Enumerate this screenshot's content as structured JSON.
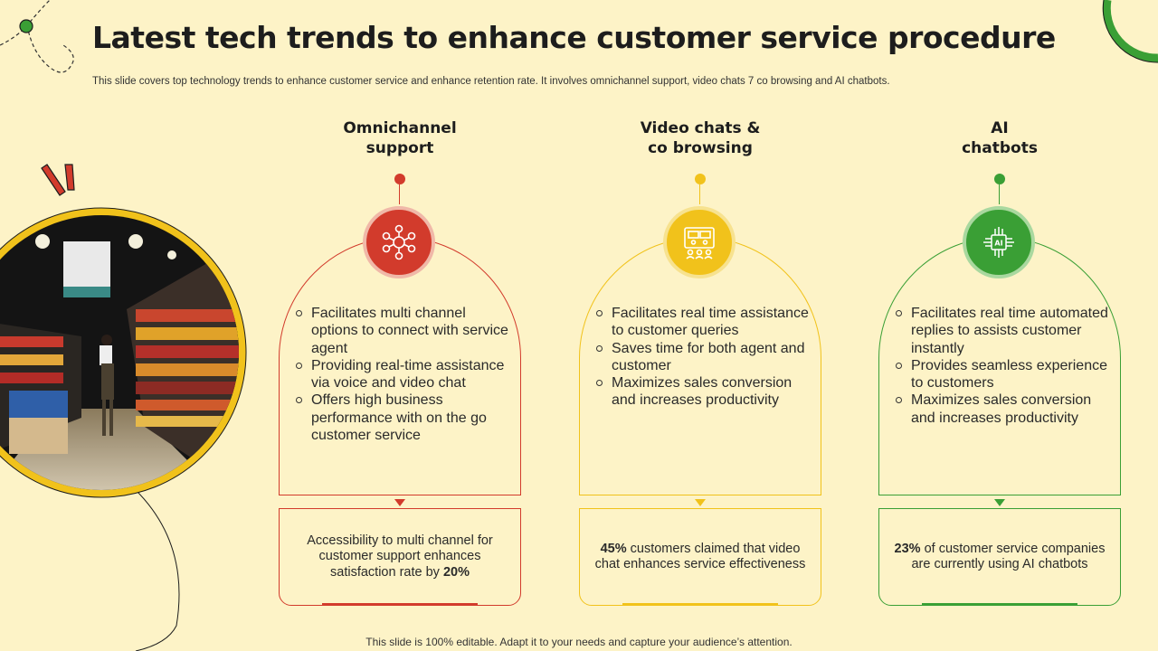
{
  "slide": {
    "title": "Latest tech trends to enhance customer service procedure",
    "subtitle": "This slide covers top technology trends to enhance customer service and enhance retention rate. It involves omnichannel support, video chats 7 co browsing and AI chatbots.",
    "footer": "This slide is 100% editable. Adapt it to your needs and capture your audience’s attention."
  },
  "colors": {
    "background": "#fdf3c7",
    "red": "#d23b2c",
    "yellow": "#f1c21b",
    "green": "#3a9f35"
  },
  "columns": [
    {
      "title_line1": "Omnichannel",
      "title_line2": "support",
      "icon": "omnichannel-network-icon",
      "color": "#d23b2c",
      "bullets": [
        "Facilitates multi channel options to connect with service agent",
        "Providing real-time assistance via voice and video chat",
        "Offers high business performance with on the go customer service"
      ],
      "stat_pre": "Accessibility to multi channel for customer support enhances satisfaction rate by ",
      "stat_bold": "20%",
      "stat_post": ""
    },
    {
      "title_line1": "Video chats &",
      "title_line2": "co browsing",
      "icon": "video-conference-icon",
      "color": "#f1c21b",
      "bullets": [
        "Facilitates real time assistance to customer queries",
        "Saves time for both agent and customer",
        "Maximizes sales  conversion and increases productivity"
      ],
      "stat_pre": "",
      "stat_bold": "45%",
      "stat_post": " customers claimed that video chat enhances service effectiveness"
    },
    {
      "title_line1": "AI",
      "title_line2": "chatbots",
      "icon": "ai-chip-icon",
      "color": "#3a9f35",
      "bullets": [
        "Facilitates real time automated replies to assists customer instantly",
        "Provides seamless experience to customers",
        "Maximizes sales  conversion and increases productivity"
      ],
      "stat_pre": "",
      "stat_bold": "23%",
      "stat_post": " of customer service companies are currently using AI chatbots"
    }
  ]
}
